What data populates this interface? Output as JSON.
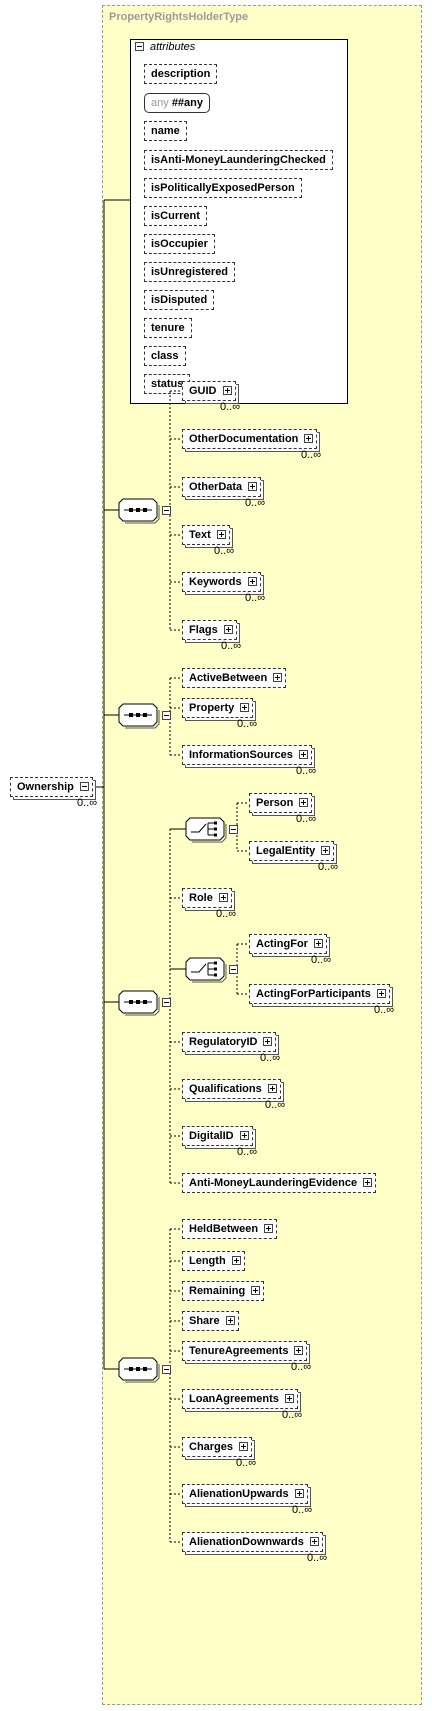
{
  "type_name": "PropertyRightsHolderType",
  "attributes_label": "attributes",
  "attributes": [
    "description",
    "isAnti-MoneyLaunderingChecked",
    "isPoliticallyExposedPerson",
    "isCurrent",
    "isOccupier",
    "isUnregistered",
    "isDisputed",
    "tenure",
    "class",
    "status"
  ],
  "any_attribute": {
    "keyword": "any",
    "value": "##any"
  },
  "root": {
    "name": "Ownership",
    "occurrence": "0..∞"
  },
  "sequences": [
    {
      "elements": [
        {
          "name": "GUID",
          "occurrence": "0..∞"
        },
        {
          "name": "OtherDocumentation",
          "occurrence": "0..∞"
        },
        {
          "name": "OtherData",
          "occurrence": "0..∞"
        },
        {
          "name": "Text",
          "occurrence": "0..∞"
        },
        {
          "name": "Keywords",
          "occurrence": "0..∞"
        },
        {
          "name": "Flags",
          "occurrence": "0..∞"
        }
      ]
    },
    {
      "elements": [
        {
          "name": "ActiveBetween",
          "occurrence": ""
        },
        {
          "name": "Property",
          "occurrence": "0..∞"
        },
        {
          "name": "InformationSources",
          "occurrence": "0..∞"
        }
      ]
    },
    {
      "choices": [
        {
          "elements": [
            {
              "name": "Person",
              "occurrence": "0..∞"
            },
            {
              "name": "LegalEntity",
              "occurrence": "0..∞"
            }
          ]
        },
        {
          "elements": [
            {
              "name": "ActingFor",
              "occurrence": "0..∞"
            },
            {
              "name": "ActingForParticipants",
              "occurrence": "0..∞"
            }
          ]
        }
      ],
      "elements": [
        {
          "name": "Role",
          "occurrence": "0..∞"
        },
        {
          "name": "RegulatoryID",
          "occurrence": "0..∞"
        },
        {
          "name": "Qualifications",
          "occurrence": "0..∞"
        },
        {
          "name": "DigitalID",
          "occurrence": "0..∞"
        },
        {
          "name": "Anti-MoneyLaunderingEvidence",
          "occurrence": ""
        }
      ]
    },
    {
      "elements": [
        {
          "name": "HeldBetween",
          "occurrence": ""
        },
        {
          "name": "Length",
          "occurrence": ""
        },
        {
          "name": "Remaining",
          "occurrence": ""
        },
        {
          "name": "Share",
          "occurrence": ""
        },
        {
          "name": "TenureAgreements",
          "occurrence": "0..∞"
        },
        {
          "name": "LoanAgreements",
          "occurrence": "0..∞"
        },
        {
          "name": "Charges",
          "occurrence": "0..∞"
        },
        {
          "name": "AlienationUpwards",
          "occurrence": "0..∞"
        },
        {
          "name": "AlienationDownwards",
          "occurrence": "0..∞"
        }
      ]
    }
  ]
}
